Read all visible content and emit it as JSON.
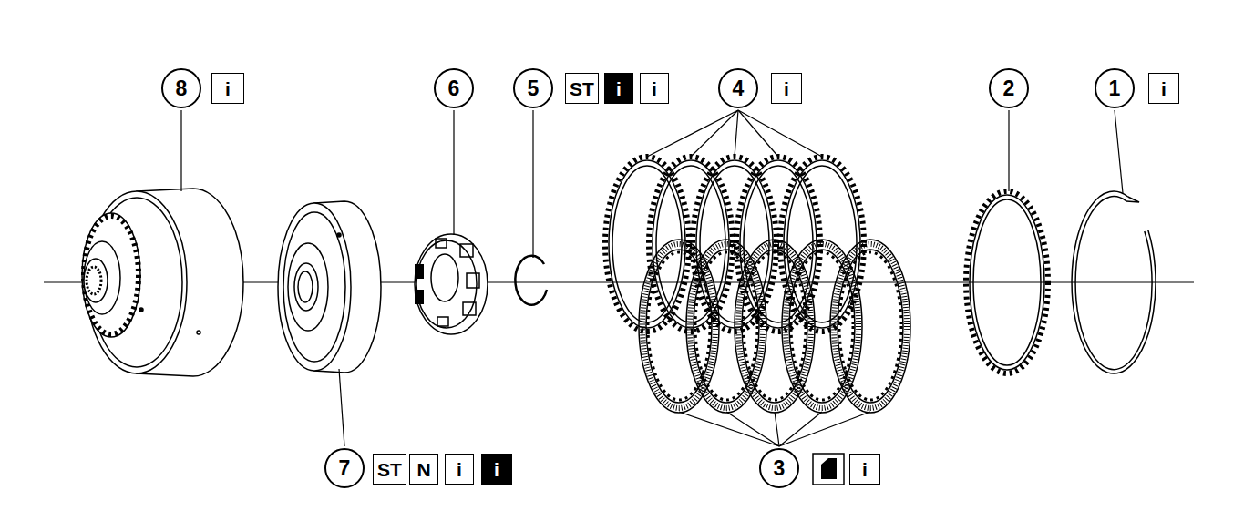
{
  "diagram": {
    "nodes": [
      {
        "text": [
          "8"
        ]
      },
      {
        "text": [
          "i"
        ]
      },
      {
        "text": [
          "6"
        ]
      },
      {
        "text": [
          "5"
        ]
      },
      {
        "text": [
          "ST"
        ]
      },
      {
        "text": [
          "i"
        ]
      },
      {
        "text": [
          "i"
        ]
      },
      {
        "text": [
          "4"
        ]
      },
      {
        "text": [
          "i"
        ]
      },
      {
        "text": [
          "2"
        ]
      },
      {
        "text": [
          "1"
        ]
      },
      {
        "text": [
          "i"
        ]
      },
      {
        "text": [
          "7"
        ]
      },
      {
        "text": [
          "ST"
        ]
      },
      {
        "text": [
          "N"
        ]
      },
      {
        "text": [
          "i"
        ]
      },
      {
        "text": [
          "i"
        ]
      },
      {
        "text": [
          "3"
        ]
      },
      {
        "text": [
          "i"
        ]
      }
    ]
  }
}
